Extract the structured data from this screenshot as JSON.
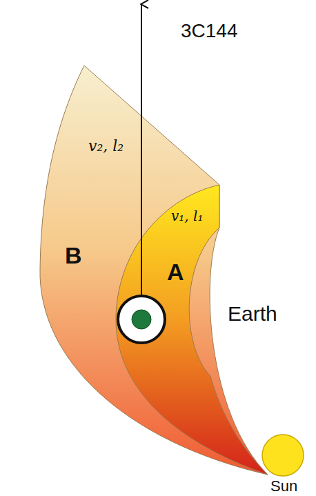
{
  "diagram": {
    "nodes": [
      {
        "text": [
          "v₂, l₂",
          "B"
        ]
      },
      {
        "text": [
          "v₁, l₁",
          "A"
        ]
      },
      {
        "text": [
          "Sun"
        ]
      }
    ],
    "labels": [
      "3C144",
      "Earth"
    ]
  }
}
